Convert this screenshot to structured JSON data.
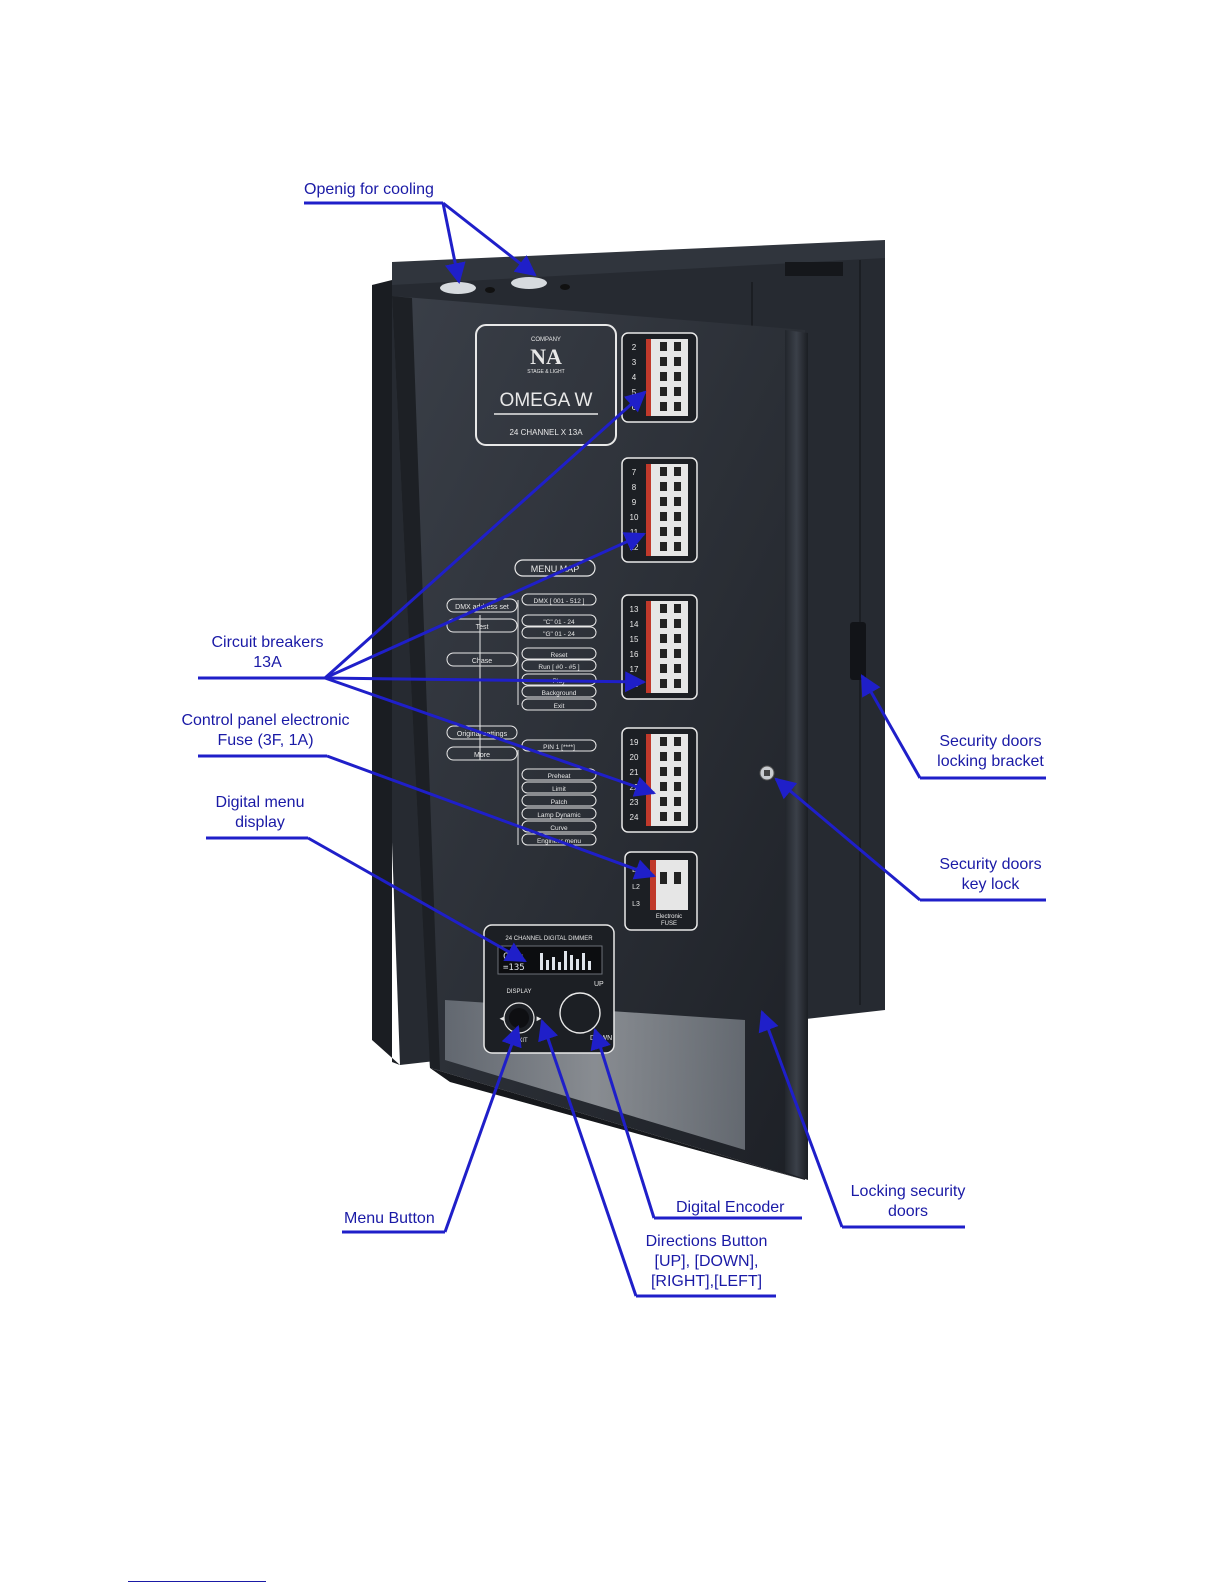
{
  "callouts": {
    "cooling": [
      "Openig for cooling"
    ],
    "breakers": [
      "Circuit breakers",
      "13A"
    ],
    "fuse": [
      "Control panel electronic",
      "Fuse (3F, 1A)"
    ],
    "display": [
      "Digital menu",
      "display"
    ],
    "menu_button": [
      "Menu Button"
    ],
    "directions": [
      "Directions Button",
      "[UP], [DOWN],",
      "[RIGHT],[LEFT]"
    ],
    "encoder": [
      "Digital Encoder"
    ],
    "locking_doors": [
      "Locking security",
      "doors"
    ],
    "bracket": [
      "Security doors",
      "locking bracket"
    ],
    "key_lock": [
      "Security doors",
      "key lock"
    ]
  },
  "device": {
    "brand_small": "COMPANY",
    "brand": "NA",
    "brand_sub": "STAGE & LIGHT",
    "model": "OMEGA W",
    "spec": "24 CHANNEL X 13A",
    "menu_map_title": "MENU MAP",
    "menu_left": [
      "DMX address set",
      "Test",
      "Chase",
      "Original settings",
      "More"
    ],
    "menu_right": [
      "DMX [ 001 - 512 ]",
      "\"C\" 01 - 24",
      "\"G\" 01 - 24",
      "Reset",
      "Run [ #0 - #5 ]",
      "Play",
      "Background",
      "Exit",
      "PIN 1 [****]",
      "Preheat",
      "Limit",
      "Patch",
      "Lamp Dynamic",
      "Curve",
      "Engineer menu"
    ],
    "breaker_groups": [
      [
        "2",
        "3",
        "4",
        "5",
        "6"
      ],
      [
        "7",
        "8",
        "9",
        "10",
        "11",
        "12"
      ],
      [
        "13",
        "14",
        "15",
        "16",
        "17",
        "18"
      ],
      [
        "19",
        "20",
        "21",
        "22",
        "23",
        "24"
      ]
    ],
    "fuse_lines": [
      "L1",
      "L2",
      "L3"
    ],
    "fuse_label": [
      "Electronic",
      "FUSE"
    ],
    "control_title": "24 CHANNEL DIGITAL DIMMER",
    "lcd": [
      "C 1:",
      "=135"
    ],
    "display_btn": "DISPLAY",
    "exit_btn": "EXIT",
    "up_label": "UP",
    "down_label": "DOWN"
  },
  "colors": {
    "callout_text": "#1a1aa6",
    "arrow": "#1f1fc9",
    "cabinet": "#2b3038",
    "panel_print": "#e8e8e8"
  }
}
